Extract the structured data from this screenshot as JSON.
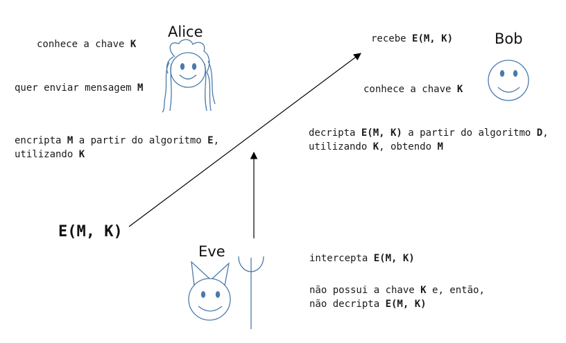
{
  "alice": {
    "name": "Alice",
    "knows_key": [
      "conhece a chave ",
      "K"
    ],
    "wants_send": [
      "quer enviar mensagem ",
      "M"
    ],
    "encrypt_l1": [
      "encripta ",
      "M",
      " a partir do algoritmo ",
      "E",
      ","
    ],
    "encrypt_l2": [
      "utilizando ",
      "K"
    ]
  },
  "bob": {
    "name": "Bob",
    "receives": [
      "recebe ",
      "E(M, K)"
    ],
    "knows_key": [
      "conhece a chave ",
      "K"
    ],
    "decrypt_l1": [
      "decripta ",
      "E(M, K)",
      " a partir do algoritmo ",
      "D",
      ","
    ],
    "decrypt_l2": [
      "utilizando ",
      "K",
      ", obtendo ",
      "M"
    ]
  },
  "eve": {
    "name": "Eve",
    "intercepts": [
      "intercepta ",
      "E(M, K)"
    ],
    "nokey_l1": [
      "não possui a chave ",
      "K",
      " e, então,"
    ],
    "nokey_l2": [
      "não decripta ",
      "E(M, K)"
    ]
  },
  "message_label": "E(M, K)",
  "colors": {
    "figure": "#4a7aac",
    "arrow": "#000000",
    "text": "#1a1a1a"
  }
}
